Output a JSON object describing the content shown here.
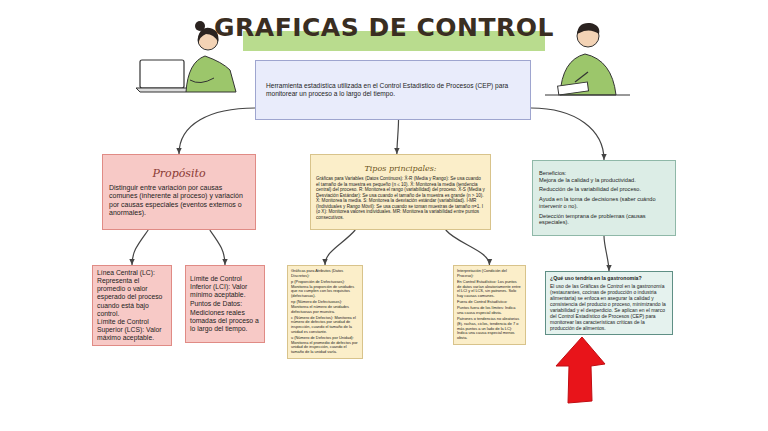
{
  "diagram": {
    "title": "GRAFICAS DE CONTROL",
    "nodes": [
      {
        "text": [
          "Herramienta estadística utilizada en el Control Estadístico de Procesos (CEP) para monitorear un proceso a lo largo del tiempo."
        ]
      },
      {
        "text": [
          "Propósito",
          "Distinguir entre variación por causas comunes (inherente al proceso) y variación por causas especiales (eventos externos o anormales)."
        ]
      },
      {
        "text": [
          "Tipos principales:",
          "Gráficas para Variables (Datos Continuos): X̄-R (Media y Rango): Se usa cuando el tamaño de la muestra es pequeño (n ≤ 10). X̄: Monitorea la media (tendencia central) del proceso. R: Monitorea el rango (variabilidad) del proceso. X̄-S (Media y Desviación Estándar): Se usa cuando el tamaño de la muestra es grande (n > 10). X̄: Monitorea la media. S: Monitorea la desviación estándar (variabilidad). I-MR (Individuales y Rango Móvil): Se usa cuando se toman muestras de tamaño n=1. I (o X): Monitorea valores individuales. MR: Monitorea la variabilidad entre puntos consecutivos."
        ]
      },
      {
        "text": [
          "Beneficios:",
          "Mejora de la calidad y la productividad.",
          "Reducción de la variabilidad del proceso.",
          "Ayuda en la toma de decisiones (saber cuándo intervenir o no).",
          "Detección temprana de problemas (causas especiales)."
        ]
      },
      {
        "text": [
          "Línea Central (LC): Representa el promedio o valor esperado del proceso cuando está bajo control.",
          "Límite de Control Superior (LCS): Valor máximo aceptable."
        ]
      },
      {
        "text": [
          "Límite de Control Inferior (LCI): Valor mínimo aceptable.",
          "Puntos de Datos: Mediciones reales tomadas del proceso a lo largo del tiempo."
        ]
      },
      {
        "text": [
          "Gráficas para Atributos (Datos Discretos):",
          "p (Proporción de Defectuosos): Monitorea la proporción de unidades que no cumplen con los requisitos (defectuosas).",
          "np (Número de Defectuosos): Monitorea el número de unidades defectuosas por muestra.",
          "c (Número de Defectos): Monitorea el número de defectos por unidad de inspección, cuando el tamaño de la unidad es constante.",
          "u (Número de Defectos por Unidad): Monitorea el promedio de defectos por unidad de inspección, cuando el tamaño de la unidad varía."
        ]
      },
      {
        "text": [
          "Interpretación (Condición del Proceso):",
          "En Control Estadístico: Los puntos de datos varían aleatoriamente entre el LCI y el LCS, sin patrones. Solo hay causas comunes.",
          "Fuera de Control Estadístico:",
          "Puntos fuera de los límites: Indica una causa especial obvia.",
          "Patrones o tendencias no aleatorias (Ej. rachas, ciclos, tendencia de 7 o más puntos a un lado de la LC): Indica una causa especial menos obvia."
        ]
      },
      {
        "text": [
          "¿Qué uso tendría en la gastronomía?",
          "El uso de las Gráficas de Control en la gastronomía (restaurantes, cocinas de producción o industria alimentaria) se enfoca en asegurar la calidad y consistencia del producto o proceso, minimizando la variabilidad y el desperdicio. Se aplican en el marco del Control Estadístico de Procesos (CEP) para monitorear las características críticas de la producción de alimentos."
        ]
      }
    ],
    "edges": [
      {
        "from": 0,
        "to": 1,
        "arrow": "to"
      },
      {
        "from": 0,
        "to": 2,
        "arrow": "to"
      },
      {
        "from": 0,
        "to": 3,
        "arrow": "to"
      },
      {
        "from": 1,
        "to": 4,
        "arrow": "to"
      },
      {
        "from": 1,
        "to": 5,
        "arrow": "to"
      },
      {
        "from": 2,
        "to": 6,
        "arrow": "to"
      },
      {
        "from": 2,
        "to": 7,
        "arrow": "to"
      },
      {
        "from": 3,
        "to": 8,
        "arrow": "to"
      }
    ]
  }
}
